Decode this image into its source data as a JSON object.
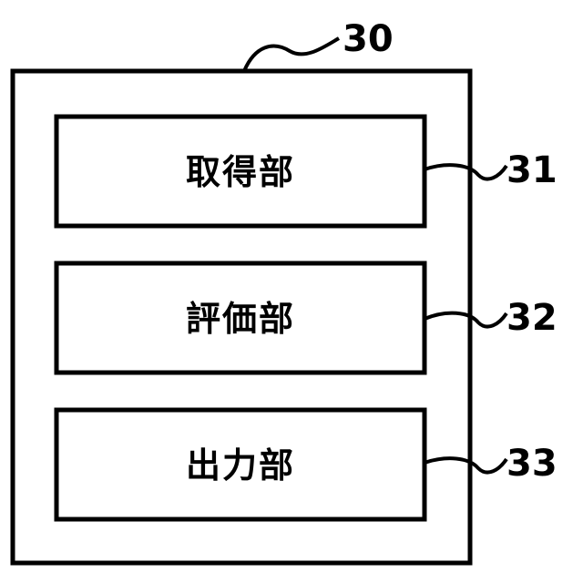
{
  "diagram": {
    "outer": {
      "ref": "30"
    },
    "blocks": [
      {
        "label": "取得部",
        "ref": "31"
      },
      {
        "label": "評価部",
        "ref": "32"
      },
      {
        "label": "出力部",
        "ref": "33"
      }
    ]
  }
}
